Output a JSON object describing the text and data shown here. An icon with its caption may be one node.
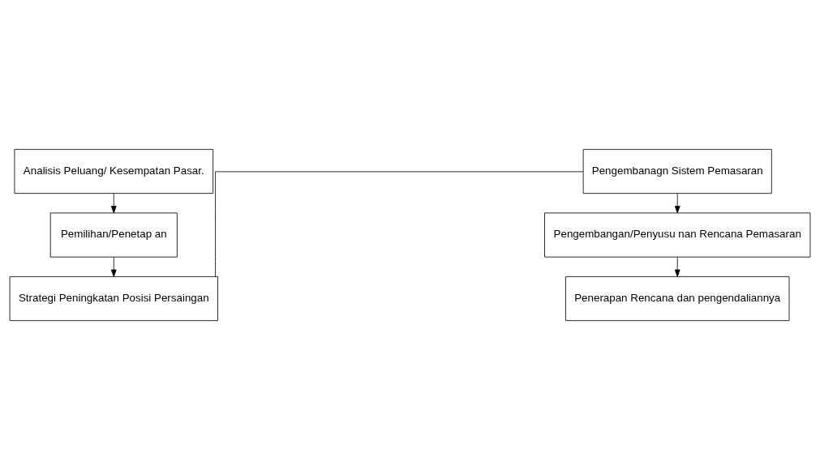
{
  "diagram": {
    "nodes": [
      {
        "text": [
          "Analisis Peluang/ Kesempatan Pasar."
        ]
      },
      {
        "text": [
          "Pemilihan/Penetap an"
        ]
      },
      {
        "text": [
          "Strategi Peningkatan Posisi Persaingan"
        ]
      },
      {
        "text": [
          "Pengembanagn Sistem Pemasaran"
        ]
      },
      {
        "text": [
          "Pengembangan/Penyusu nan Rencana Pemasaran"
        ]
      },
      {
        "text": [
          "Penerapan Rencana dan pengendaliannya"
        ]
      }
    ],
    "edges": [
      {
        "from": 0,
        "to": 1,
        "arrow": "to"
      },
      {
        "from": 1,
        "to": 2,
        "arrow": "to"
      },
      {
        "from": 2,
        "to": 3,
        "arrow": "none"
      },
      {
        "from": 3,
        "to": 4,
        "arrow": "to"
      },
      {
        "from": 4,
        "to": 5,
        "arrow": "to"
      }
    ]
  }
}
